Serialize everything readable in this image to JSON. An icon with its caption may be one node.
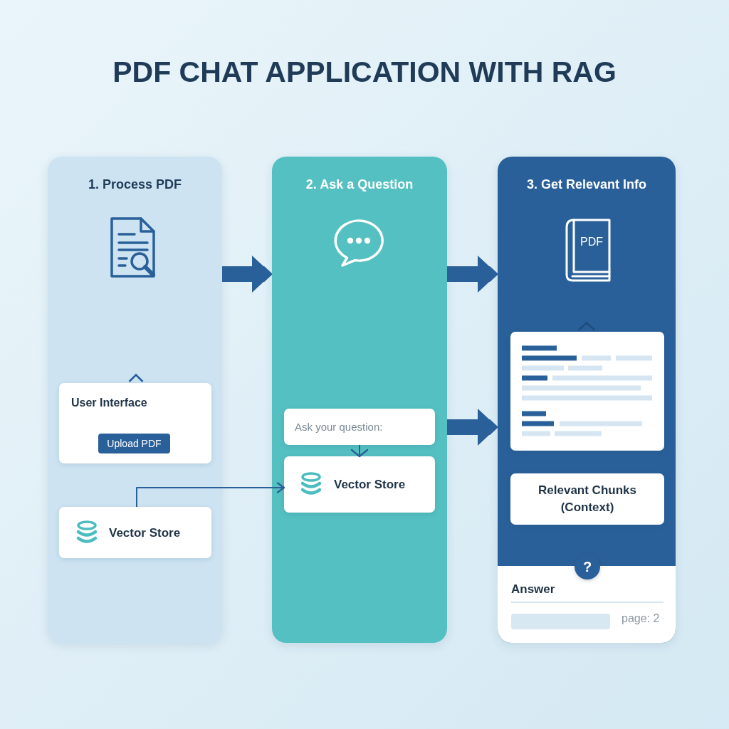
{
  "diagram": {
    "title": "PDF CHAT APPLICATION WITH RAG",
    "nodes": [
      {
        "text": [
          "1. Process PDF"
        ]
      },
      {
        "text": [
          "User Interface"
        ],
        "in": 0
      },
      {
        "text": [
          "Upload PDF"
        ],
        "in": 1
      },
      {
        "text": [
          "Vector Store"
        ],
        "in": 0
      },
      {
        "text": [
          "2. Ask a Question"
        ]
      },
      {
        "text": [
          "Ask your question:"
        ],
        "in": 4
      },
      {
        "text": [
          "Vector Store"
        ],
        "in": 4
      },
      {
        "text": [
          "3. Get Relevant Info"
        ]
      },
      {
        "text": [],
        "shape": "box",
        "in": 7
      },
      {
        "text": [
          "Relevant Chunks (Context)"
        ],
        "in": 7
      },
      {
        "text": [
          "?"
        ],
        "in": 7
      },
      {
        "text": [
          "Answer",
          "page: 2"
        ],
        "in": 7
      }
    ],
    "edges": [
      {
        "from": 0,
        "to": 4,
        "arrow": "to"
      },
      {
        "from": 4,
        "to": 7,
        "arrow": "to"
      },
      {
        "from": 4,
        "to": 7,
        "arrow": "to"
      },
      {
        "from": 3,
        "to": 6,
        "arrow": "to"
      },
      {
        "from": 5,
        "to": 6,
        "arrow": "to"
      }
    ],
    "labels": [
      "PDF"
    ]
  }
}
